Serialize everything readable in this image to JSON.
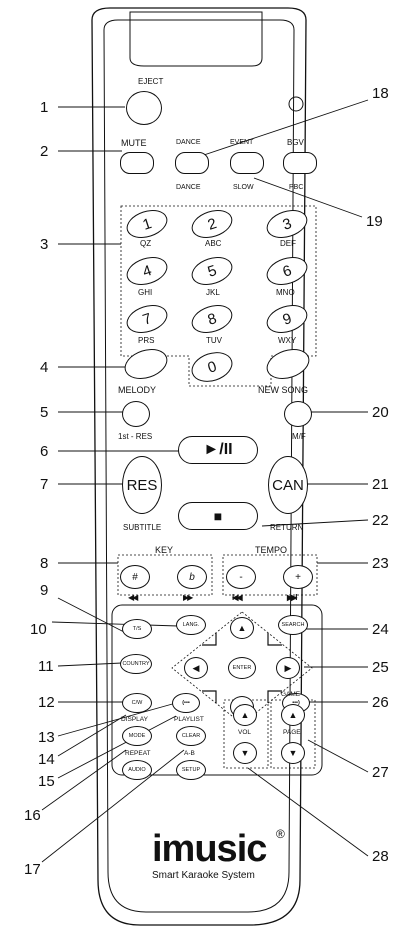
{
  "callouts": [
    "1",
    "2",
    "3",
    "4",
    "5",
    "6",
    "7",
    "8",
    "9",
    "10",
    "11",
    "12",
    "13",
    "14",
    "15",
    "16",
    "17",
    "18",
    "19",
    "20",
    "21",
    "22",
    "23",
    "24",
    "25",
    "26",
    "27",
    "28"
  ],
  "labels": {
    "eject": "EJECT",
    "mute": "MUTE",
    "dance_top": "DANCE",
    "event": "EVENT",
    "bgv": "BGV",
    "dance_bottom": "DANCE",
    "slow": "SLOW",
    "pbc": "PBC",
    "melody": "MELODY",
    "new_song": "NEW SONG",
    "first_res": "1st - RES",
    "mf": "M/F",
    "subtitle": "SUBTITLE",
    "return": "RETURN",
    "key": "KEY",
    "tempo": "TEMPO",
    "display": "DISPLAY",
    "playlist": "PLAYLIST",
    "repeat": "REPEAT",
    "ab": "A-B",
    "vol": "VOL",
    "game": "GAME",
    "page": "PAGE"
  },
  "keypad": [
    {
      "digit": "1",
      "letters": "QZ"
    },
    {
      "digit": "2",
      "letters": "ABC"
    },
    {
      "digit": "3",
      "letters": "DEF"
    },
    {
      "digit": "4",
      "letters": "GHI"
    },
    {
      "digit": "5",
      "letters": "JKL"
    },
    {
      "digit": "6",
      "letters": "MNO"
    },
    {
      "digit": "7",
      "letters": "PRS"
    },
    {
      "digit": "8",
      "letters": "TUV"
    },
    {
      "digit": "9",
      "letters": "WXY"
    },
    {
      "digit": "0",
      "letters": ""
    }
  ],
  "buttons": {
    "res": "RES",
    "can": "CAN",
    "play": "►/II",
    "stop": "■",
    "sharp": "#",
    "flat": "b",
    "minus": "-",
    "plus": "+",
    "rew": "◀◀",
    "ff": "▶▶",
    "prev": "I◀◀",
    "next": "▶▶I",
    "ts": "T/S",
    "lang": "LANG.",
    "search": "SEARCH",
    "country": "COUNTRY",
    "enter": "ENTER",
    "cw": "C/W",
    "back": "(•••",
    "fwd": "•••)",
    "mode": "MODE",
    "clear": "CLEAR",
    "audio": "AUDIO",
    "setup": "SETUP",
    "up": "▲",
    "down": "▼",
    "left": "◀",
    "right": "▶"
  },
  "brand": {
    "name": "imusic",
    "reg": "®",
    "tagline": "Smart Karaoke System"
  }
}
